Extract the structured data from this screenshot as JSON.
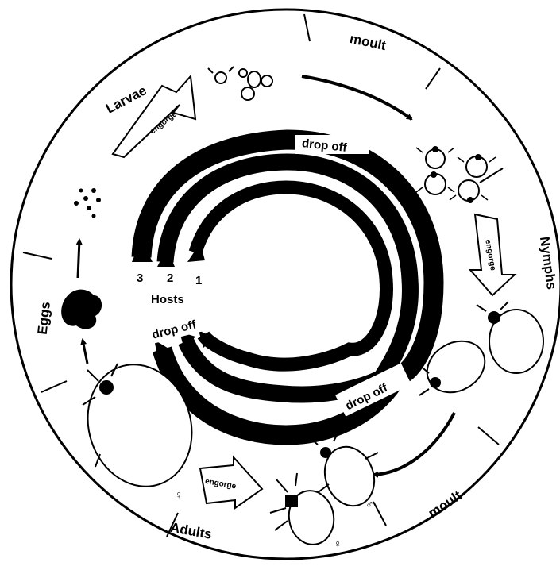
{
  "colors": {
    "ink": "#000000",
    "paper": "#ffffff"
  },
  "segments": {
    "larvae": "Larvae",
    "nymphs": "Nymphs",
    "adults": "Adults",
    "eggs": "Eggs",
    "moult_top": "moult",
    "moult_bottom": "moult"
  },
  "actions": {
    "engorge_larvae": "engorge",
    "engorge_nymphs": "engorge",
    "engorge_adults": "engorge"
  },
  "drop_off": {
    "top": "drop off",
    "right": "drop off",
    "left": "drop off"
  },
  "hosts": {
    "label": "Hosts",
    "one": "1",
    "two": "2",
    "three": "3"
  },
  "sex_symbols": {
    "female_left": "♀",
    "female_bottom": "♀",
    "male": "♂"
  }
}
